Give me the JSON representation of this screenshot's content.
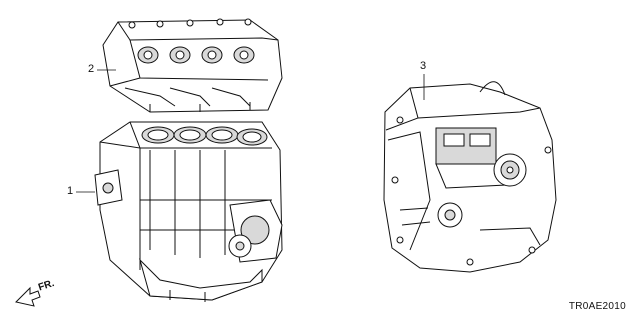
{
  "callouts": {
    "part1": "1",
    "part2": "2",
    "part3": "3"
  },
  "direction_label": "FR.",
  "diagram_code": "TR0AE2010",
  "colors": {
    "line": "#111111",
    "fill": "#ffffff",
    "shade": "#d9d9d9"
  }
}
